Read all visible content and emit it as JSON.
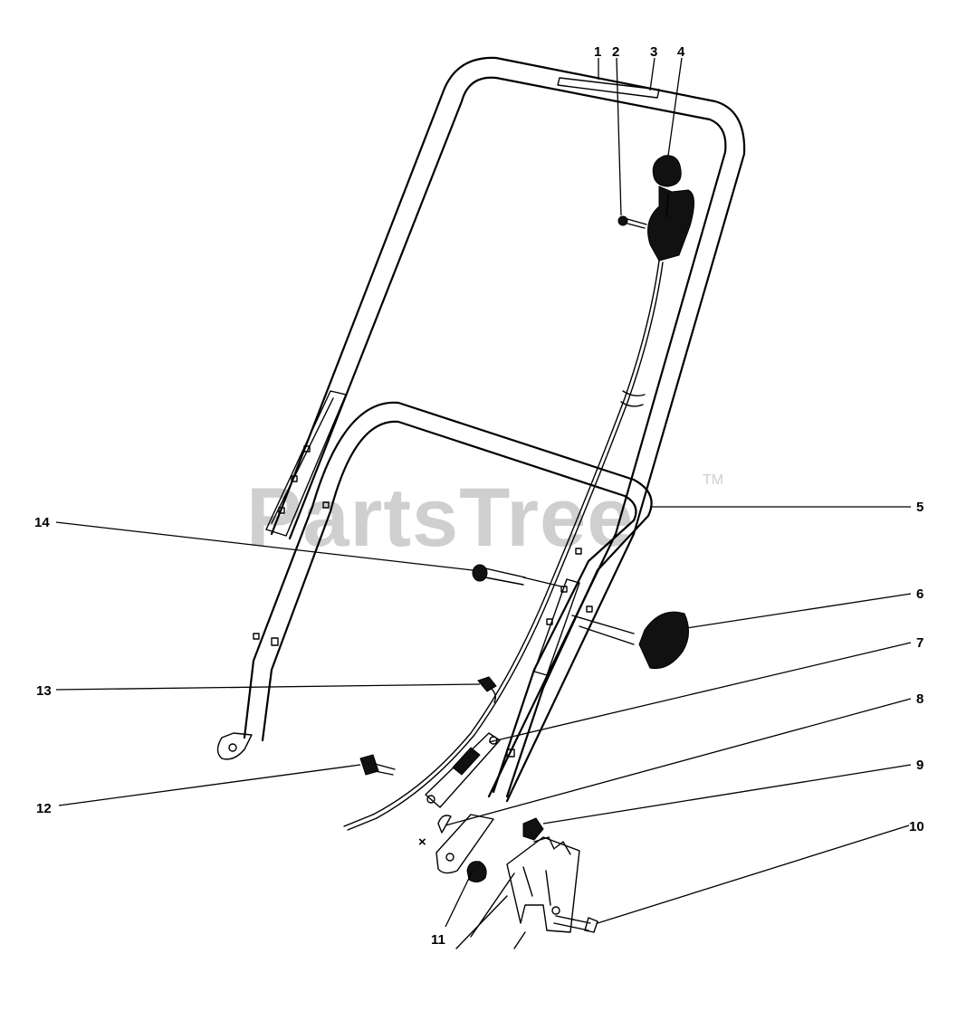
{
  "watermark": {
    "text": "PartsTree",
    "tm": "TM",
    "color": "#cfcfcf"
  },
  "colors": {
    "line": "#000000",
    "background": "#ffffff"
  },
  "callouts": [
    {
      "id": "1",
      "label": "1"
    },
    {
      "id": "2",
      "label": "2"
    },
    {
      "id": "3",
      "label": "3"
    },
    {
      "id": "4",
      "label": "4"
    },
    {
      "id": "5",
      "label": "5"
    },
    {
      "id": "6",
      "label": "6"
    },
    {
      "id": "7",
      "label": "7"
    },
    {
      "id": "8",
      "label": "8"
    },
    {
      "id": "9",
      "label": "9"
    },
    {
      "id": "10",
      "label": "10"
    },
    {
      "id": "11",
      "label": "11"
    },
    {
      "id": "12",
      "label": "12"
    },
    {
      "id": "13",
      "label": "13"
    },
    {
      "id": "14",
      "label": "14"
    }
  ],
  "marks": {
    "x_mark": "×"
  }
}
